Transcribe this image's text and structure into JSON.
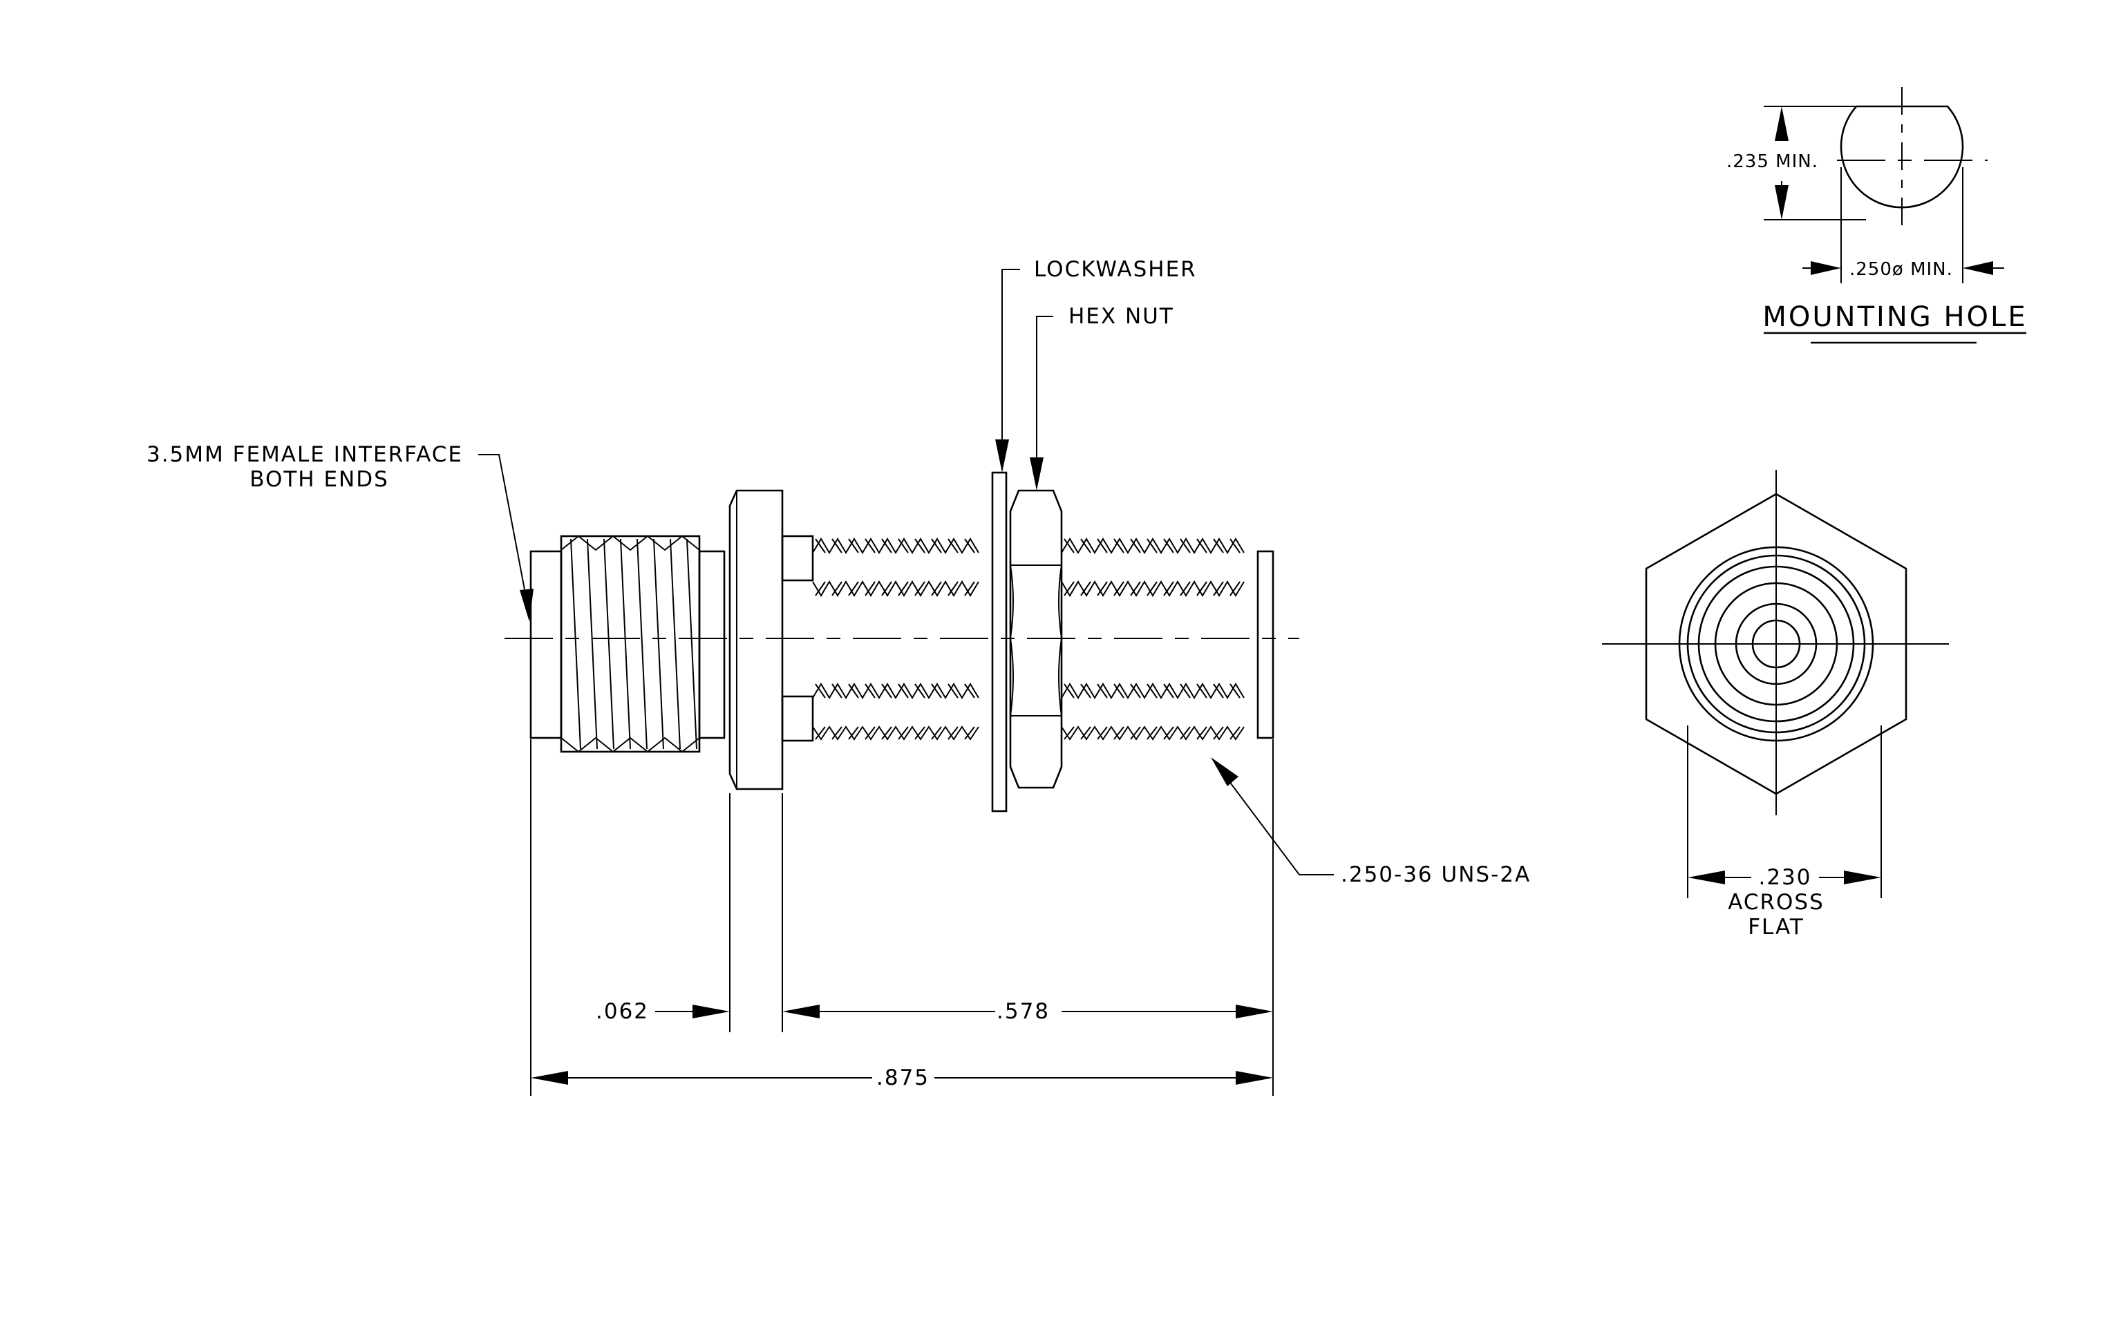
{
  "labels": {
    "interface_line1": "3.5MM FEMALE INTERFACE",
    "interface_line2": "BOTH ENDS",
    "lockwasher": "LOCKWASHER",
    "hex_nut": "HEX NUT",
    "thread": ".250-36 UNS-2A",
    "dim_flange": ".062",
    "dim_thread_len": ".578",
    "dim_overall": ".875",
    "dim_across_value": ".230",
    "dim_across_line1": "ACROSS",
    "dim_across_line2": "FLAT",
    "hole_height": ".235 MIN.",
    "hole_diameter": ".250ø MIN.",
    "hole_title": "MOUNTING HOLE"
  }
}
